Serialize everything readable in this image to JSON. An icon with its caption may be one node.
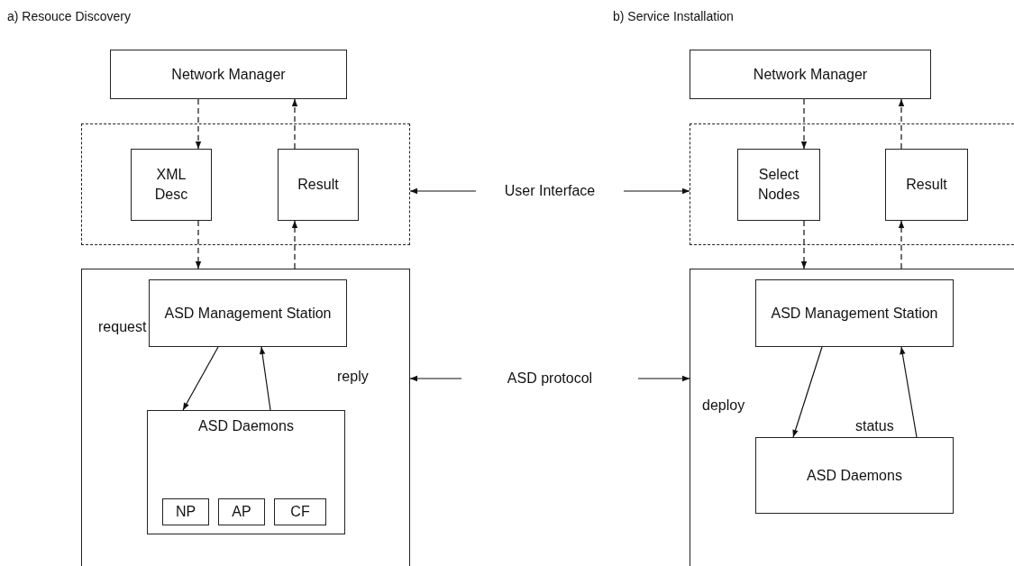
{
  "diagram": {
    "nodes": [
      {
        "text": [
          "Network Manager"
        ]
      },
      {
        "text": [],
        "shape": "box"
      },
      {
        "text": [
          "XML Desc"
        ],
        "in": 1
      },
      {
        "text": [
          "Result"
        ],
        "in": 1
      },
      {
        "text": [],
        "shape": "box"
      },
      {
        "text": [
          "ASD Management Station"
        ],
        "in": 4
      },
      {
        "text": [
          "ASD Daemons"
        ],
        "in": 4
      },
      {
        "text": [
          "NP"
        ],
        "in": 6
      },
      {
        "text": [
          "AP"
        ],
        "in": 6
      },
      {
        "text": [
          "CF"
        ],
        "in": 6
      },
      {
        "text": [
          "User Interface"
        ]
      },
      {
        "text": [
          "ASD protocol"
        ]
      },
      {
        "text": [
          "Network Manager"
        ]
      },
      {
        "text": [],
        "shape": "box"
      },
      {
        "text": [
          "Select Nodes"
        ],
        "in": 13
      },
      {
        "text": [
          "Result"
        ],
        "in": 13
      },
      {
        "text": [],
        "shape": "box"
      },
      {
        "text": [
          "ASD Management Station"
        ],
        "in": 16
      },
      {
        "text": [
          "ASD Daemons"
        ],
        "in": 16
      }
    ],
    "edges": [
      {
        "from": 0,
        "to": 2,
        "arrow": "to",
        "style": "dashed"
      },
      {
        "from": 3,
        "to": 0,
        "arrow": "to",
        "style": "dashed"
      },
      {
        "from": 2,
        "to": 4,
        "arrow": "to",
        "style": "dashed"
      },
      {
        "from": 4,
        "to": 3,
        "arrow": "to",
        "style": "dashed"
      },
      {
        "from": 5,
        "to": 6,
        "arrow": "to",
        "label": "request"
      },
      {
        "from": 6,
        "to": 5,
        "arrow": "to",
        "label": "reply"
      },
      {
        "from": 10,
        "to": 1,
        "arrow": "to"
      },
      {
        "from": 10,
        "to": 13,
        "arrow": "to"
      },
      {
        "from": 11,
        "to": 4,
        "arrow": "to"
      },
      {
        "from": 11,
        "to": 16,
        "arrow": "to"
      },
      {
        "from": 12,
        "to": 14,
        "arrow": "to",
        "style": "dashed"
      },
      {
        "from": 15,
        "to": 12,
        "arrow": "to",
        "style": "dashed"
      },
      {
        "from": 14,
        "to": 16,
        "arrow": "to",
        "style": "dashed"
      },
      {
        "from": 16,
        "to": 15,
        "arrow": "to",
        "style": "dashed"
      },
      {
        "from": 17,
        "to": 18,
        "arrow": "to",
        "label": "deploy"
      },
      {
        "from": 18,
        "to": 17,
        "arrow": "to",
        "label": "status"
      }
    ],
    "labels": [
      "a) Resouce Discovery",
      "b) Service Installation"
    ]
  }
}
